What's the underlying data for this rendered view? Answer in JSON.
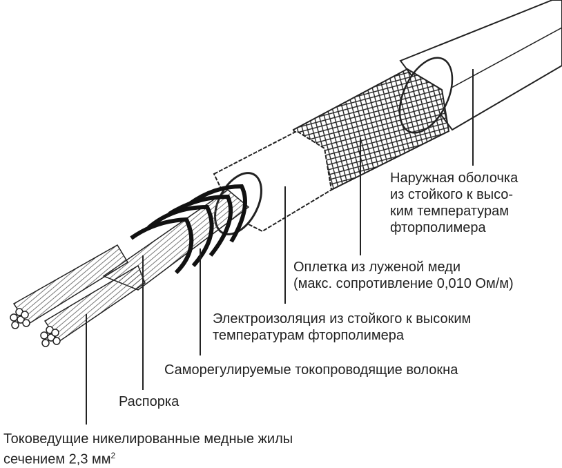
{
  "labels": {
    "jacket": [
      "Наружная оболочка",
      "из стойкого к высо-",
      "ким температурам",
      "фторполимера"
    ],
    "braid": [
      "Оплетка из луженой меди",
      "(макс. сопротивление 0,010 Ом/м)"
    ],
    "insulation": [
      "Электроизоляция из стойкого к высоким",
      "температурам фторполимера"
    ],
    "fibers": [
      "Саморегулируемые токопроводящие волокна"
    ],
    "spacer": [
      "Распорка"
    ],
    "conductors": [
      "Токоведущие никелированные медные жилы",
      "сечением 2,3 мм",
      "2"
    ]
  }
}
